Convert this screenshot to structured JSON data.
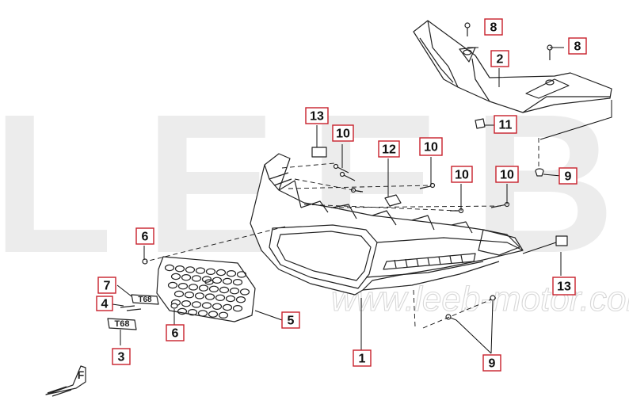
{
  "watermark": {
    "brand": "LEEB",
    "url": "www.leeb-motor.com"
  },
  "colors": {
    "callout_border": "#c8202a",
    "line": "#222222",
    "watermark": "#ececec"
  },
  "callouts": [
    {
      "id": "c1",
      "label": "1"
    },
    {
      "id": "c2",
      "label": "2"
    },
    {
      "id": "c3",
      "label": "3"
    },
    {
      "id": "c4",
      "label": "4"
    },
    {
      "id": "c5",
      "label": "5"
    },
    {
      "id": "c6a",
      "label": "6"
    },
    {
      "id": "c6b",
      "label": "6"
    },
    {
      "id": "c7",
      "label": "7"
    },
    {
      "id": "c8a",
      "label": "8"
    },
    {
      "id": "c8b",
      "label": "8"
    },
    {
      "id": "c9a",
      "label": "9"
    },
    {
      "id": "c9b",
      "label": "9"
    },
    {
      "id": "c10a",
      "label": "10"
    },
    {
      "id": "c10b",
      "label": "10"
    },
    {
      "id": "c10c",
      "label": "10"
    },
    {
      "id": "c10d",
      "label": "10"
    },
    {
      "id": "c11",
      "label": "11"
    },
    {
      "id": "c12",
      "label": "12"
    },
    {
      "id": "c13a",
      "label": "13"
    },
    {
      "id": "c13b",
      "label": "13"
    }
  ],
  "emblem_text": "T68",
  "direction_marker": "F"
}
